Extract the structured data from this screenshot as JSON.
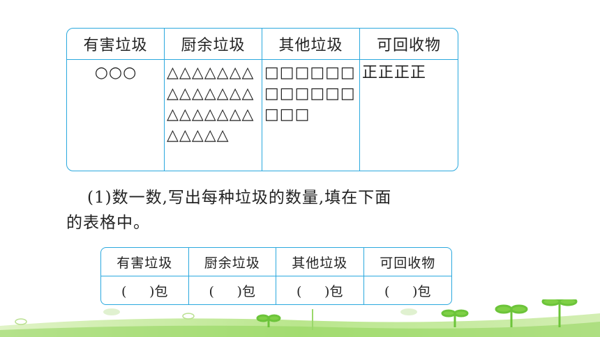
{
  "tally_table": {
    "headers": [
      "有害垃圾",
      "厨余垃圾",
      "其他垃圾",
      "可回收物"
    ],
    "cells": [
      "○○○",
      "△△△△△△△△△△△△△△△△△△△△△△△△△△",
      "□□□□□□□□□□□□□□□",
      "正正正正"
    ]
  },
  "question": {
    "line1": "(1)数一数,写出每种垃圾的数量,填在下面",
    "line2": "的表格中。"
  },
  "answer_table": {
    "headers": [
      "有害垃圾",
      "厨余垃圾",
      "其他垃圾",
      "可回收物"
    ],
    "open_paren": "(",
    "close_paren": ")",
    "unit": "包"
  },
  "colors": {
    "table_border": "#2aa8de",
    "decoration_green": "#8fd45a"
  }
}
